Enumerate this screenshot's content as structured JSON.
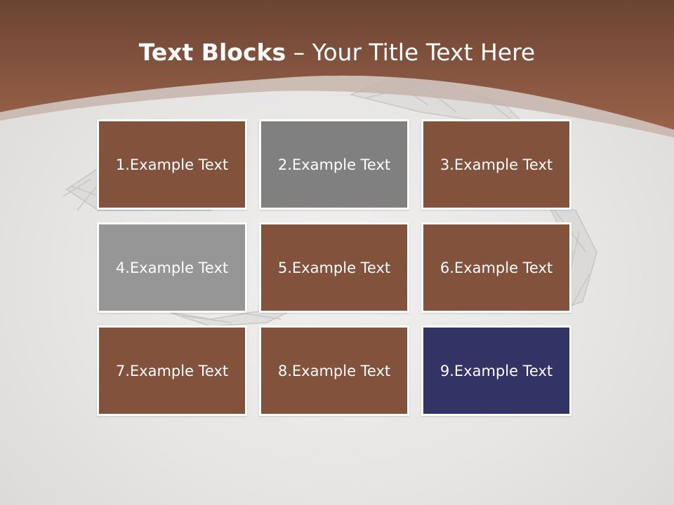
{
  "title": {
    "bold": "Text Blocks",
    "dash": " – ",
    "rest": "Your Title Text Here"
  },
  "colors": {
    "brown": "#82523d",
    "gray_dark": "#808080",
    "gray_light": "#969696",
    "navy": "#333366",
    "header_top": "#6b4433",
    "header_bottom": "#9a6249"
  },
  "blocks": [
    {
      "label": "1.Example Text",
      "color": "#82523d"
    },
    {
      "label": "2.Example Text",
      "color": "#808080"
    },
    {
      "label": "3.Example Text",
      "color": "#82523d"
    },
    {
      "label": "4.Example Text",
      "color": "#969696"
    },
    {
      "label": "5.Example Text",
      "color": "#82523d"
    },
    {
      "label": "6.Example Text",
      "color": "#82523d"
    },
    {
      "label": "7.Example Text",
      "color": "#82523d"
    },
    {
      "label": "8.Example Text",
      "color": "#82523d"
    },
    {
      "label": "9.Example Text",
      "color": "#333366"
    }
  ]
}
